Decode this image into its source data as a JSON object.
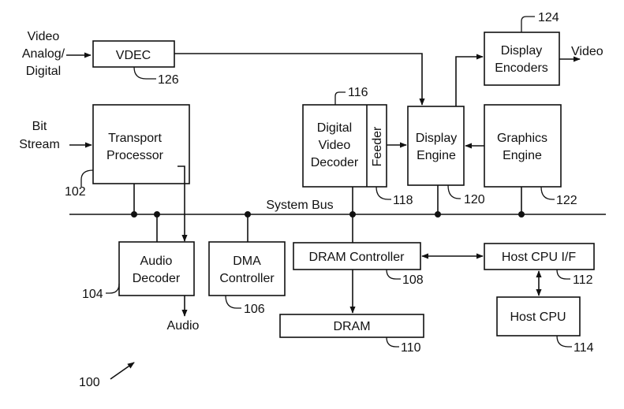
{
  "inputs": {
    "video_line1": "Video",
    "video_line2": "Analog/",
    "video_line3": "Digital",
    "bit_line1": "Bit",
    "bit_line2": "Stream"
  },
  "outputs": {
    "video_out": "Video",
    "audio_out": "Audio"
  },
  "blocks": {
    "vdec": "VDEC",
    "transport_line1": "Transport",
    "transport_line2": "Processor",
    "digital_line1": "Digital",
    "digital_line2": "Video",
    "digital_line3": "Decoder",
    "feeder": "Feeder",
    "display_engine_line1": "Display",
    "display_engine_line2": "Engine",
    "graphics_line1": "Graphics",
    "graphics_line2": "Engine",
    "encoders_line1": "Display",
    "encoders_line2": "Encoders",
    "audio_line1": "Audio",
    "audio_line2": "Decoder",
    "dma_line1": "DMA",
    "dma_line2": "Controller",
    "dram_controller": "DRAM Controller",
    "dram": "DRAM",
    "host_if": "Host CPU I/F",
    "host_cpu": "Host CPU"
  },
  "bus": {
    "label": "System Bus"
  },
  "refs": {
    "r100": "100",
    "r102": "102",
    "r104": "104",
    "r106": "106",
    "r108": "108",
    "r110": "110",
    "r112": "112",
    "r114": "114",
    "r116": "116",
    "r118": "118",
    "r120": "120",
    "r122": "122",
    "r124": "124",
    "r126": "126"
  }
}
